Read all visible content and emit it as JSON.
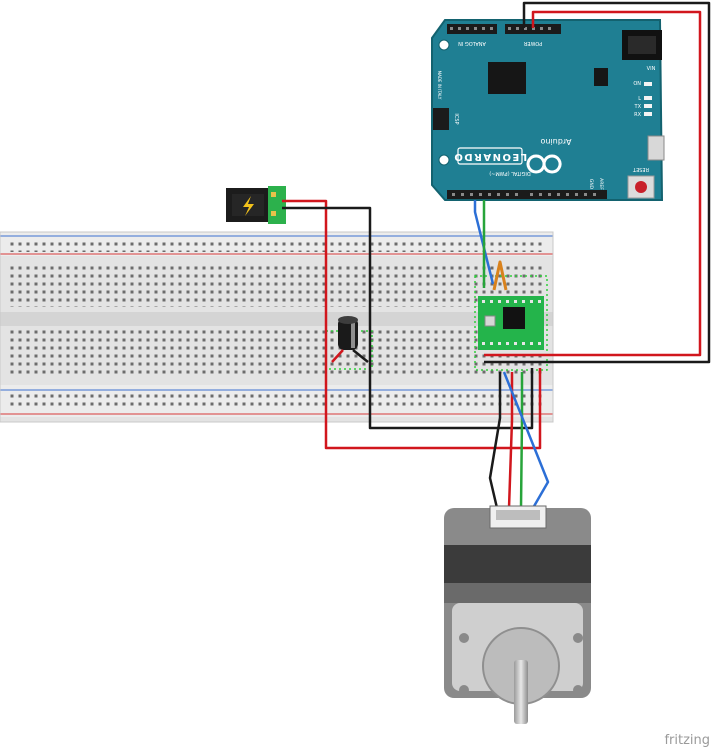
{
  "arduino": {
    "brand": "Arduino",
    "model": "LEONARDO",
    "labels": {
      "analog_in": "ANALOG IN",
      "power": "POWER",
      "digital": "DIGITAL (PWM~)",
      "reset": "RESET",
      "icsp": "ICSP",
      "aref": "AREF",
      "gnd": "GND",
      "vin": "VIN",
      "made_in": "MADE IN ITALY",
      "on": "ON",
      "led_l": "L",
      "tx": "TX",
      "rx": "RX"
    },
    "colors": {
      "board": "#1f7f93",
      "board_edge": "#13626f",
      "header": "#1b1b1b"
    }
  },
  "wires": {
    "red": "#d1161d",
    "black": "#1a1a1a",
    "blue": "#2c6fd6",
    "green": "#27a43a",
    "orange": "#d9821d"
  },
  "driver": {
    "color": "#24b44b",
    "chip": "#121212"
  },
  "motor": {
    "body": "#8a8a8a",
    "dark": "#3b3b3b",
    "face": "#cfcfcf"
  },
  "power_jack": {
    "icon": "lightning-icon"
  },
  "watermark": "fritzing"
}
